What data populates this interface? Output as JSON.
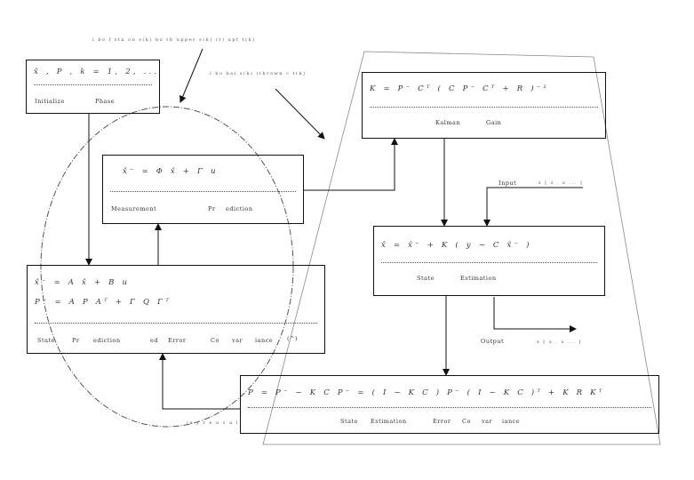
{
  "notes": {
    "top_left": "i  bo    f    sta on     s(k)  bo    th    upper     s(k)  (r)  upt     t(k)",
    "top_mid": "i  bo    bai     s(k)  (thrown     c  t(k)",
    "input_sym": "z   [ z  , z     ... ]",
    "output_sym": "x   [ x  , x     ... ]",
    "prev_step": "(e  y   r  e  u  v  a  l"
  },
  "boxes": {
    "init": {
      "eq": "x̂ , P , k = 1, 2, ...",
      "cap1": "Initialize",
      "cap2": "Phase"
    },
    "pred": {
      "eq": "x̂⁻ = Φ x̂ + Γ u",
      "cap1": "Measurement",
      "cap2": "Pr",
      "cap3": "ediction"
    },
    "state_pred": {
      "eq1": "x̂⁻ = A x̂ + B u",
      "eq2": "P⁻ = A P Aᵀ + Γ Q Γᵀ",
      "cap": [
        "State",
        "Pr",
        "ediction",
        "ed",
        "Error",
        "Co",
        "var",
        "iance",
        "(^)"
      ]
    },
    "gain": {
      "eq": "K = P⁻ Cᵀ ( C P⁻ Cᵀ + R )⁻¹",
      "cap1": "Kalman",
      "cap2": "Gain"
    },
    "state_est": {
      "eq": "x̂ = x̂⁻ + K ( y − C x̂⁻ )",
      "cap1": "State",
      "cap2": "Estimation"
    },
    "cov_update": {
      "eq": "P = P⁻ − K C P⁻ = ( I − K C ) P⁻ ( I − K C )ᵀ + K R Kᵀ",
      "cap": [
        "State",
        "Estimation",
        "Error",
        "Co",
        "var",
        "iance"
      ]
    }
  },
  "labels": {
    "input": "Input",
    "output": "Output"
  },
  "colors": {
    "stroke": "#111111",
    "ellipse": "#555555"
  }
}
